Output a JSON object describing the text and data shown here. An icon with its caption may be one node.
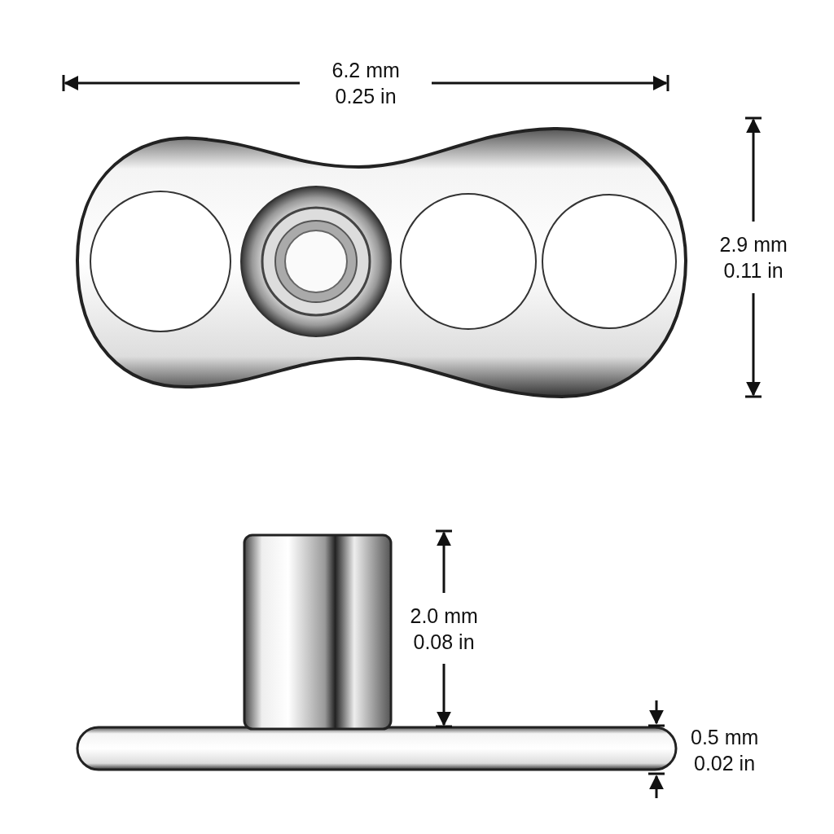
{
  "diagram": {
    "labels": [
      "6.2 mm",
      "0.25 in",
      "2.9 mm",
      "0.11 in",
      "2.0 mm",
      "0.08 in",
      "0.5 mm",
      "0.02 in"
    ]
  }
}
